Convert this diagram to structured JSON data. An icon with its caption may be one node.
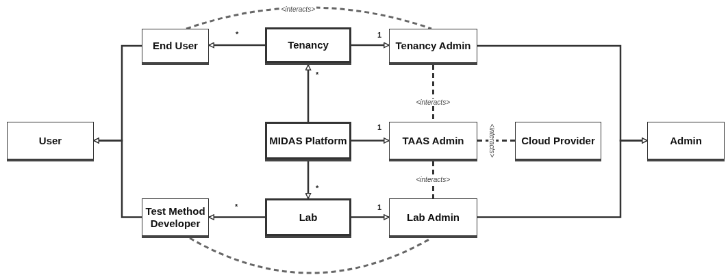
{
  "diagram": {
    "nodes": [
      {
        "text": [
          "End User"
        ]
      },
      {
        "text": [
          "Tenancy"
        ]
      },
      {
        "text": [
          "Tenancy Admin"
        ]
      },
      {
        "text": [
          "User"
        ]
      },
      {
        "text": [
          "MIDAS Platform"
        ]
      },
      {
        "text": [
          "TAAS Admin"
        ]
      },
      {
        "text": [
          "Cloud Provider"
        ]
      },
      {
        "text": [
          "Admin"
        ]
      },
      {
        "text": [
          "Test Method Developer"
        ]
      },
      {
        "text": [
          "Lab"
        ]
      },
      {
        "text": [
          "Lab Admin"
        ]
      }
    ],
    "edges": [
      {
        "from": 1,
        "to": 0,
        "arrow": "to"
      },
      {
        "from": 1,
        "to": 2,
        "arrow": "to"
      },
      {
        "from": 4,
        "to": 1,
        "arrow": "to"
      },
      {
        "from": 4,
        "to": 5,
        "arrow": "to"
      },
      {
        "from": 4,
        "to": 9,
        "arrow": "to"
      },
      {
        "from": 9,
        "to": 8,
        "arrow": "to"
      },
      {
        "from": 9,
        "to": 10,
        "arrow": "to"
      },
      {
        "from": 0,
        "to": 3,
        "arrow": "to"
      },
      {
        "from": 8,
        "to": 3,
        "arrow": "to"
      },
      {
        "from": 2,
        "to": 7,
        "arrow": "to"
      },
      {
        "from": 10,
        "to": 7,
        "arrow": "to"
      },
      {
        "from": 0,
        "to": 2,
        "arrow": "none",
        "label": "<interacts>",
        "style": "dashed",
        "color": "#666666"
      },
      {
        "from": 2,
        "to": 5,
        "arrow": "none",
        "label": "<interacts>",
        "style": "dashed"
      },
      {
        "from": 5,
        "to": 6,
        "arrow": "none",
        "label": "<interacts>",
        "style": "dashed"
      },
      {
        "from": 5,
        "to": 10,
        "arrow": "none",
        "label": "<interacts>",
        "style": "dashed"
      },
      {
        "from": 8,
        "to": 10,
        "arrow": "none",
        "style": "dashed",
        "color": "#666666"
      }
    ],
    "labels": [
      "*",
      "1",
      "*",
      "1",
      "*",
      "*",
      "1"
    ]
  }
}
